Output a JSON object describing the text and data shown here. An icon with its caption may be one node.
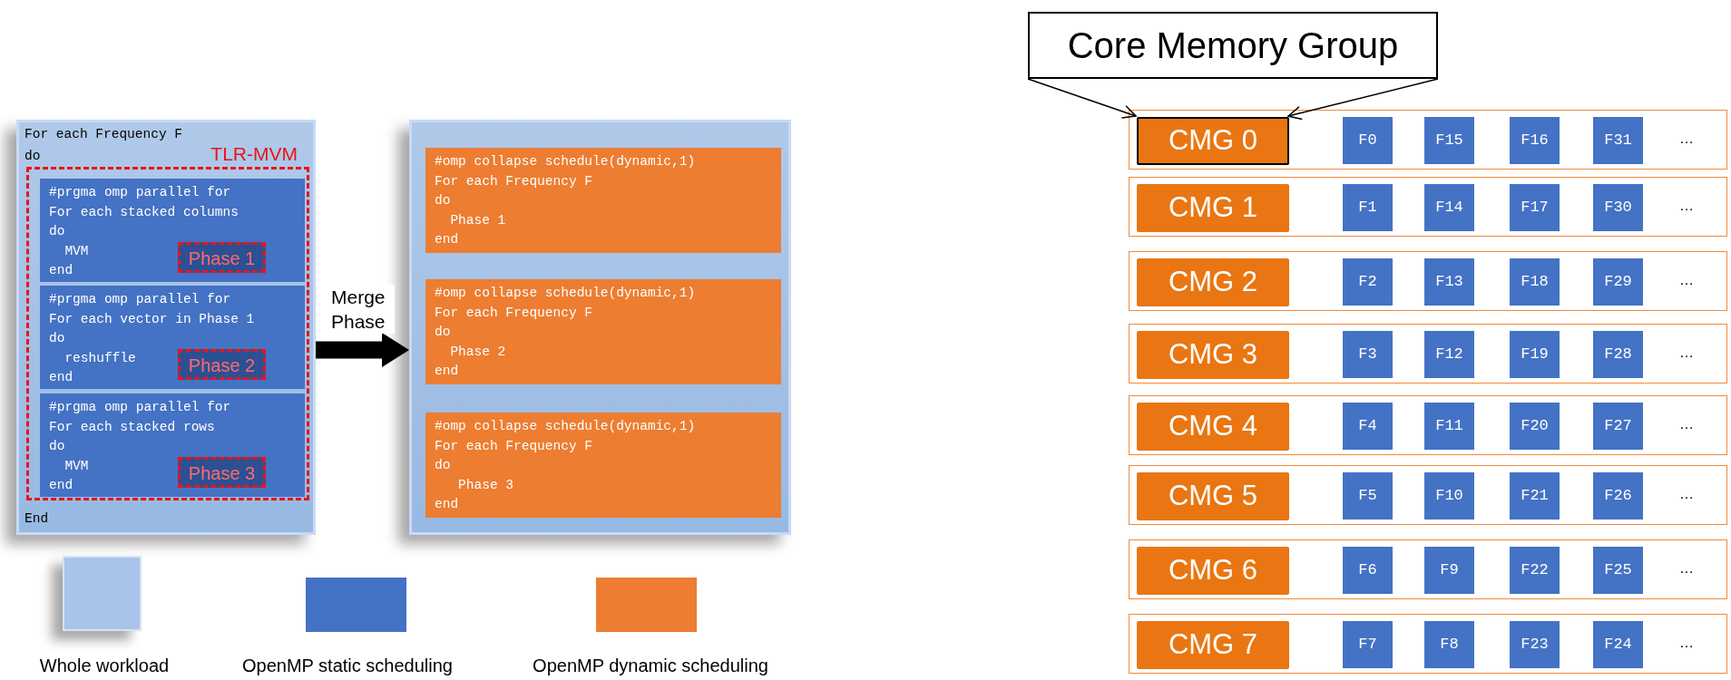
{
  "diagram": {
    "nodes": [
      {
        "text": [
          "For each Frequency F",
          "do",
          "End"
        ]
      },
      {
        "text": [
          "TLR-MVM"
        ],
        "in": 0
      },
      {
        "text": [
          "#prgma omp parallel for",
          "For each stacked columns",
          "do",
          "MVM",
          "end"
        ],
        "in": 1
      },
      {
        "text": [
          "Phase 1"
        ],
        "in": 2
      },
      {
        "text": [
          "#prgma omp parallel for",
          "For each vector in Phase 1",
          "do",
          "reshuffle",
          "end"
        ],
        "in": 1
      },
      {
        "text": [
          "Phase 2"
        ],
        "in": 4
      },
      {
        "text": [
          "#prgma omp parallel for",
          "For each stacked rows",
          "do",
          "MVM",
          "end"
        ],
        "in": 1
      },
      {
        "text": [
          "Phase 3"
        ],
        "in": 6
      },
      {
        "text": [],
        "shape": "box"
      },
      {
        "text": [
          "#omp collapse schedule(dynamic,1)",
          "For each Frequency F",
          "do",
          "Phase 1",
          "end"
        ],
        "in": 8
      },
      {
        "text": [
          "#omp collapse schedule(dynamic,1)",
          "For each Frequency F",
          "do",
          "Phase 2",
          "end"
        ],
        "in": 8
      },
      {
        "text": [
          "#omp collapse schedule(dynamic,1)",
          "For each Frequency F",
          "do",
          "Phase 3",
          "end"
        ],
        "in": 8
      },
      {
        "text": [
          "Core Memory Group"
        ]
      },
      {
        "text": [
          "…"
        ]
      },
      {
        "text": [
          "CMG 0"
        ],
        "in": 13
      },
      {
        "text": [
          "F0"
        ],
        "in": 13
      },
      {
        "text": [
          "F15"
        ],
        "in": 13
      },
      {
        "text": [
          "F16"
        ],
        "in": 13
      },
      {
        "text": [
          "F31"
        ],
        "in": 13
      },
      {
        "text": [
          "…"
        ]
      },
      {
        "text": [
          "CMG 1"
        ],
        "in": 19
      },
      {
        "text": [
          "F1"
        ],
        "in": 19
      },
      {
        "text": [
          "F14"
        ],
        "in": 19
      },
      {
        "text": [
          "F17"
        ],
        "in": 19
      },
      {
        "text": [
          "F30"
        ],
        "in": 19
      },
      {
        "text": [
          "…"
        ]
      },
      {
        "text": [
          "CMG 2"
        ],
        "in": 25
      },
      {
        "text": [
          "F2"
        ],
        "in": 25
      },
      {
        "text": [
          "F13"
        ],
        "in": 25
      },
      {
        "text": [
          "F18"
        ],
        "in": 25
      },
      {
        "text": [
          "F29"
        ],
        "in": 25
      },
      {
        "text": [
          "…"
        ]
      },
      {
        "text": [
          "CMG 3"
        ],
        "in": 31
      },
      {
        "text": [
          "F3"
        ],
        "in": 31
      },
      {
        "text": [
          "F12"
        ],
        "in": 31
      },
      {
        "text": [
          "F19"
        ],
        "in": 31
      },
      {
        "text": [
          "F28"
        ],
        "in": 31
      },
      {
        "text": [
          "…"
        ]
      },
      {
        "text": [
          "CMG 4"
        ],
        "in": 37
      },
      {
        "text": [
          "F4"
        ],
        "in": 37
      },
      {
        "text": [
          "F11"
        ],
        "in": 37
      },
      {
        "text": [
          "F20"
        ],
        "in": 37
      },
      {
        "text": [
          "F27"
        ],
        "in": 37
      },
      {
        "text": [
          "…"
        ]
      },
      {
        "text": [
          "CMG 5"
        ],
        "in": 43
      },
      {
        "text": [
          "F5"
        ],
        "in": 43
      },
      {
        "text": [
          "F10"
        ],
        "in": 43
      },
      {
        "text": [
          "F21"
        ],
        "in": 43
      },
      {
        "text": [
          "F26"
        ],
        "in": 43
      },
      {
        "text": [
          "…"
        ]
      },
      {
        "text": [
          "CMG 6"
        ],
        "in": 49
      },
      {
        "text": [
          "F6"
        ],
        "in": 49
      },
      {
        "text": [
          "F9"
        ],
        "in": 49
      },
      {
        "text": [
          "F22"
        ],
        "in": 49
      },
      {
        "text": [
          "F25"
        ],
        "in": 49
      },
      {
        "text": [
          "…"
        ]
      },
      {
        "text": [
          "CMG 7"
        ],
        "in": 55
      },
      {
        "text": [
          "F7"
        ],
        "in": 55
      },
      {
        "text": [
          "F8"
        ],
        "in": 55
      },
      {
        "text": [
          "F23"
        ],
        "in": 55
      },
      {
        "text": [
          "F24"
        ],
        "in": 55
      }
    ],
    "edges": [
      {
        "from": 0,
        "to": 8,
        "arrow": "to",
        "label": "Merge Phase",
        "style": "thick"
      },
      {
        "from": 12,
        "to": 14,
        "arrow": "to"
      },
      {
        "from": 12,
        "to": 14,
        "arrow": "to"
      }
    ],
    "legend": [
      {
        "text": "Whole workload",
        "color": "#a9c4e8"
      },
      {
        "text": "OpenMP static scheduling",
        "color": "#4472c4"
      },
      {
        "text": "OpenMP dynamic scheduling",
        "color": "#ed7d31"
      }
    ]
  }
}
